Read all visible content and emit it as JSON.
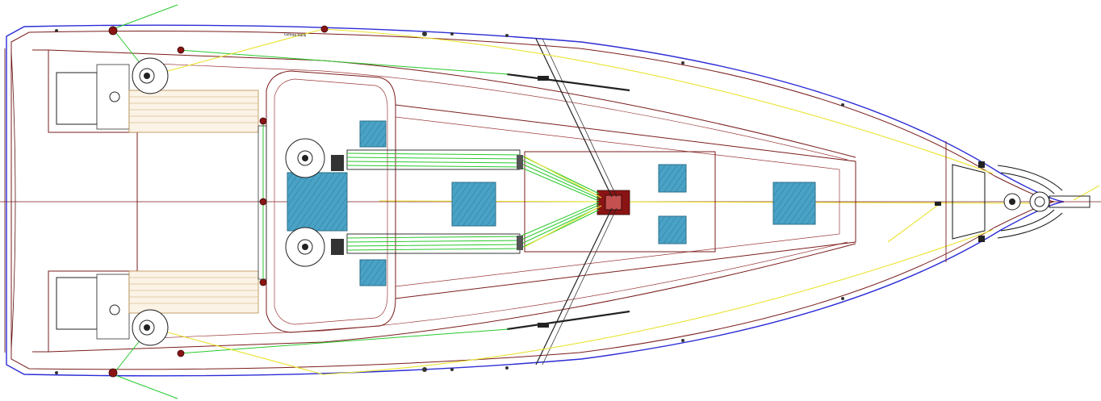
{
  "diagram": {
    "kind": "sailboat-deck-layout",
    "orientation": "bow-right",
    "annotations": {
      "genoa_track_label": "Genoa track"
    },
    "hatches": [
      {
        "name": "hatch-cockpit-aft"
      },
      {
        "name": "hatch-saloon-port"
      },
      {
        "name": "hatch-saloon-stbd"
      },
      {
        "name": "hatch-saloon-center"
      },
      {
        "name": "hatch-forward-port"
      },
      {
        "name": "hatch-forward-stbd"
      },
      {
        "name": "hatch-fore-cabin"
      }
    ],
    "winches": [
      {
        "name": "primary-winch-port"
      },
      {
        "name": "primary-winch-stbd"
      },
      {
        "name": "cabin-top-winch-port"
      },
      {
        "name": "cabin-top-winch-stbd"
      }
    ],
    "colors": {
      "hull_outline": "#2c2cd6",
      "deck_lines": "#7a1c1c",
      "sheets_halyards_yellow": "#e9e330",
      "control_lines_green": "#27c92b",
      "hatches": "#4aa3c6",
      "teak": "#c9a56a",
      "mast_step": "#8a1414"
    }
  }
}
